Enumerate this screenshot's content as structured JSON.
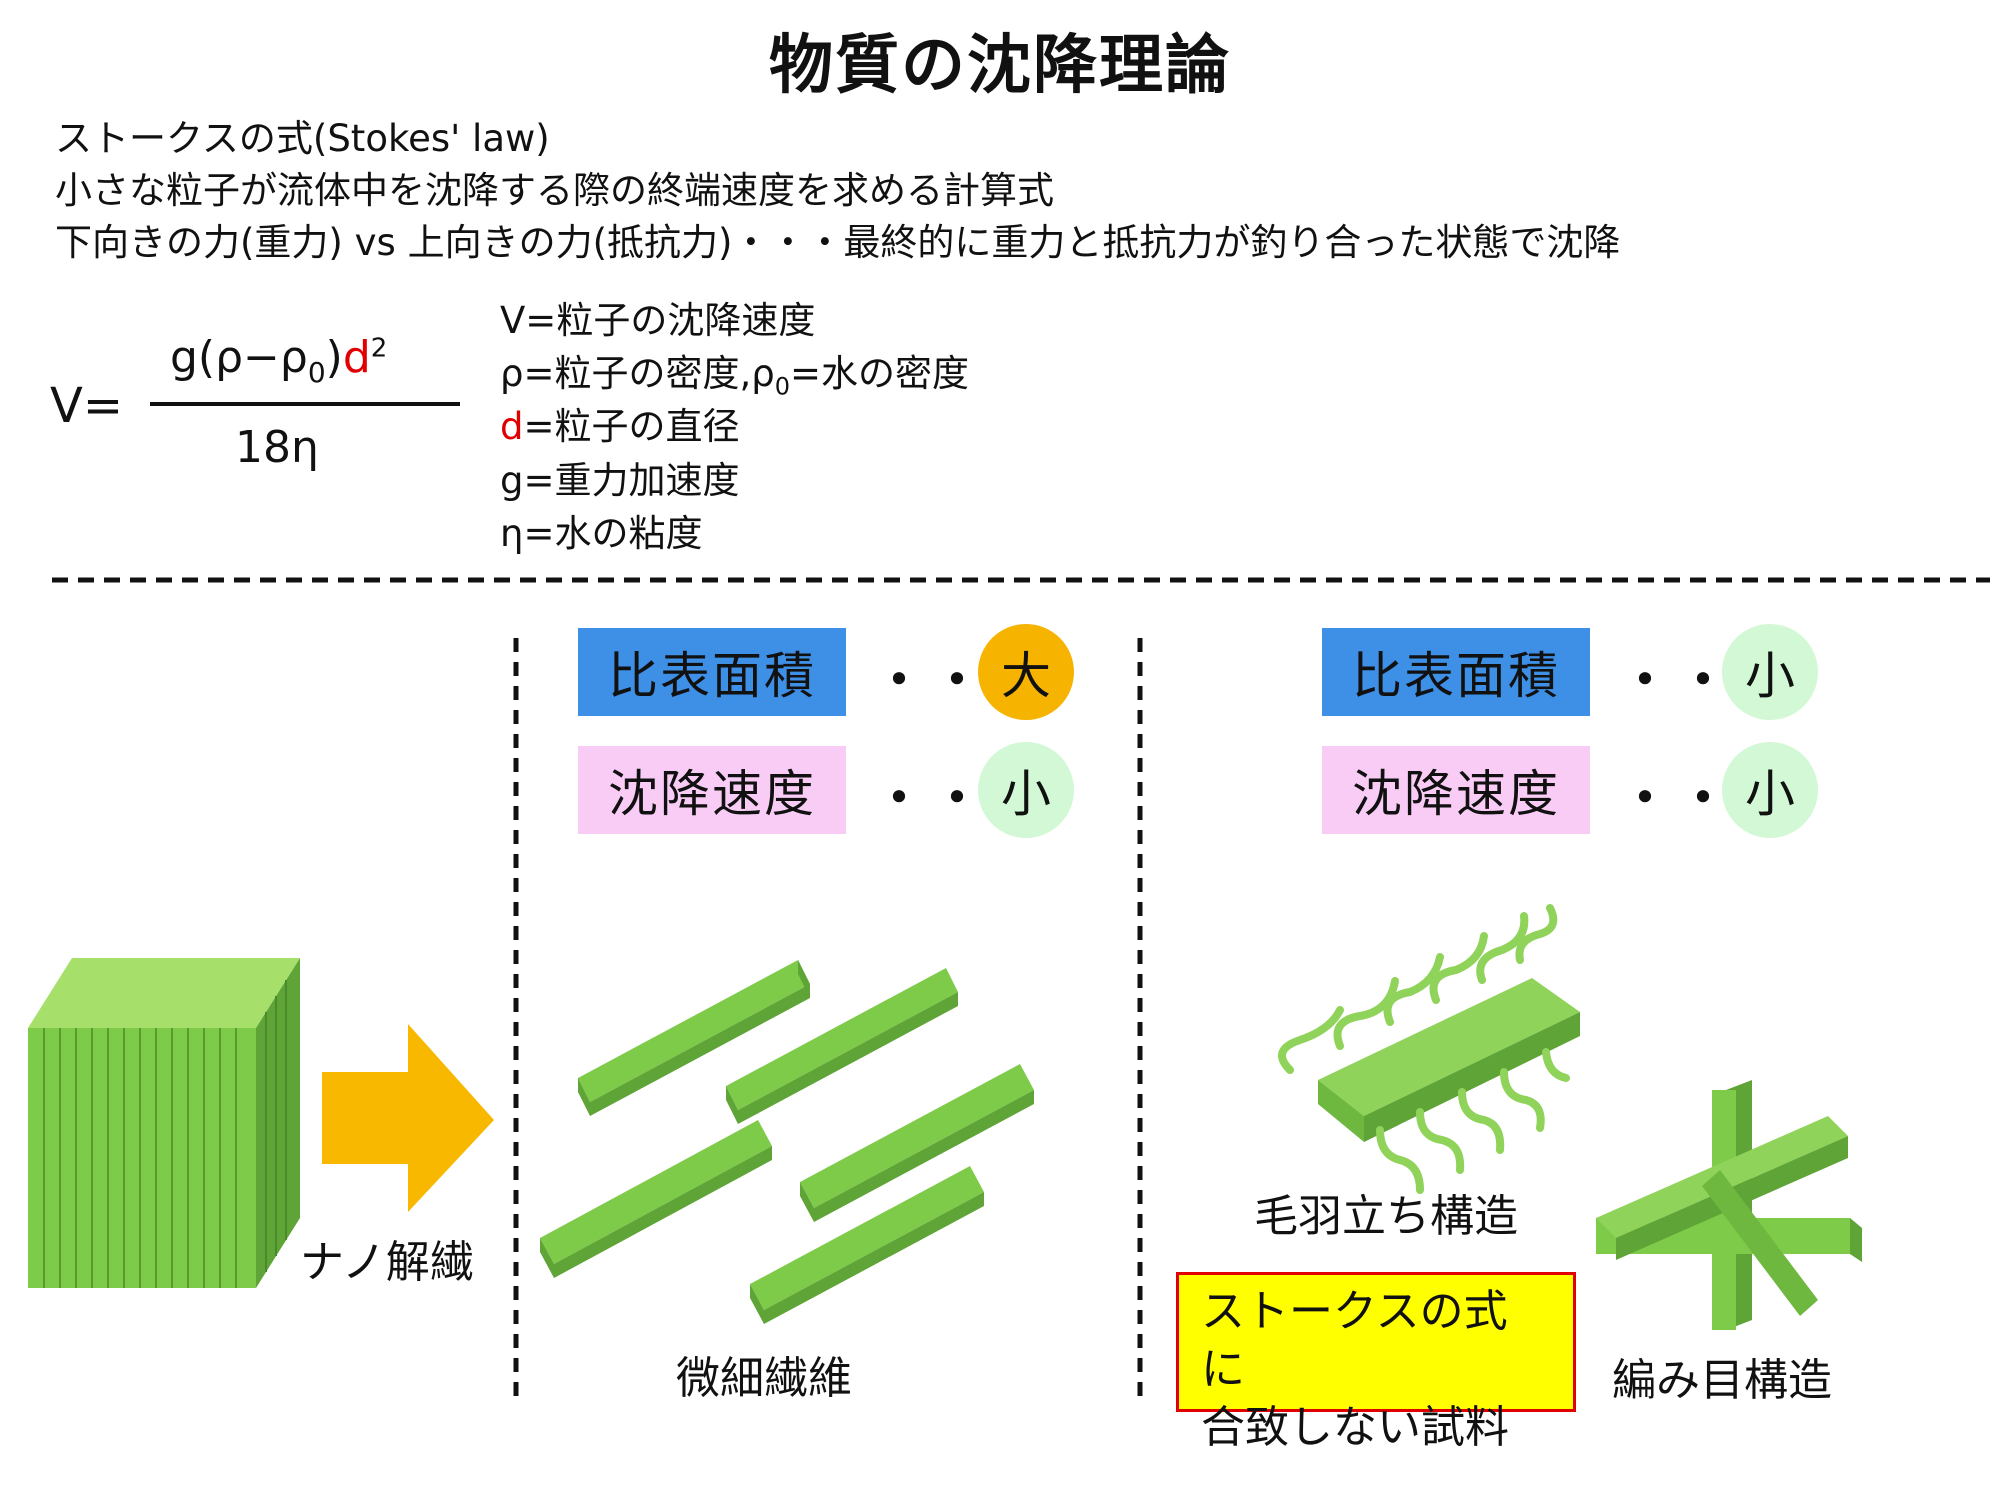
{
  "title": "物質の沈降理論",
  "intro": {
    "line1": "ストークスの式(Stokes' law)",
    "line2": "小さな粒子が流体中を沈降する際の終端速度を求める計算式",
    "line3": "下向きの力(重力) vs 上向きの力(抵抗力)・・・最終的に重力と抵抗力が釣り合った状態で沈降"
  },
  "formula": {
    "lhs": "V=",
    "numerator_main": "g(ρ−ρ",
    "numerator_sub": "0",
    "numerator_close": ")",
    "numerator_d": "d",
    "numerator_exp": "2",
    "denominator": "18η"
  },
  "definitions": {
    "v": "V=粒子の沈降速度",
    "rho": "ρ=粒子の密度,ρ",
    "rho_sub": "0",
    "rho0": "=水の密度",
    "d_symbol": "d",
    "d_text": "=粒子の直径",
    "g": "g=重力加速度",
    "eta": "η=水の粘度"
  },
  "panel_left": {
    "row1_label": "比表面積",
    "row1_dots": "・・・",
    "row1_value": "大",
    "row2_label": "沈降速度",
    "row2_dots": "・・・",
    "row2_value": "小",
    "caption": "微細繊維"
  },
  "panel_right": {
    "row1_label": "比表面積",
    "row1_dots": "・・・",
    "row1_value": "小",
    "row2_label": "沈降速度",
    "row2_dots": "・・・",
    "row2_value": "小",
    "caption_hairy": "毛羽立ち構造",
    "caption_mesh": "編み目構造",
    "note_line1": "ストークスの式に",
    "note_line2": "合致しない試料"
  },
  "process_label": "ナノ解繊",
  "colors": {
    "fiber_green": "#7ecb4a",
    "arrow_orange": "#f9b800",
    "box_blue": "#3e8fe6",
    "box_pink": "#f9ccf6",
    "circle_orange": "#f6b400",
    "circle_green": "#d2f8d6",
    "note_yellow": "#ffff00",
    "note_border": "#e00000",
    "accent_red": "#e10000"
  }
}
